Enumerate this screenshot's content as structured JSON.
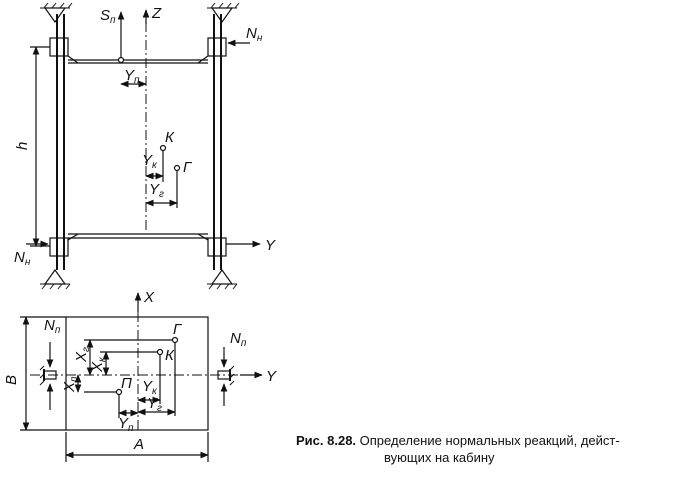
{
  "caption": {
    "prefix": "Рис. 8.28.",
    "line1": "Определение нормальных реакций, дейст-",
    "line2": "вующих на кабину"
  },
  "labels": {
    "sn": "S",
    "sn_sub": "п",
    "z": "Z",
    "nn_top": "N",
    "nn_top_sub": "н",
    "nn_bottom": "N",
    "nn_bottom_sub": "н",
    "yp": "Y",
    "yp_sub": "п",
    "h": "h",
    "k": "К",
    "g": "Г",
    "yk": "Y",
    "yk_sub": "к",
    "yg": "Y",
    "yg_sub": "г",
    "y_axis": "Y",
    "x": "X",
    "np_left": "N",
    "np_left_sub": "п",
    "np_right": "N",
    "np_right_sub": "п",
    "b": "B",
    "a": "A",
    "xg": "X",
    "xg_sub": "г",
    "xk": "X",
    "xk_sub": "к",
    "xp": "X",
    "xp_sub": "п",
    "p": "П",
    "g2": "Г",
    "k2": "К",
    "yk2": "Y",
    "yk2_sub": "к",
    "yg2": "Y",
    "yg2_sub": "г",
    "yp2": "Y",
    "yp2_sub": "п",
    "y_axis2": "Y"
  }
}
